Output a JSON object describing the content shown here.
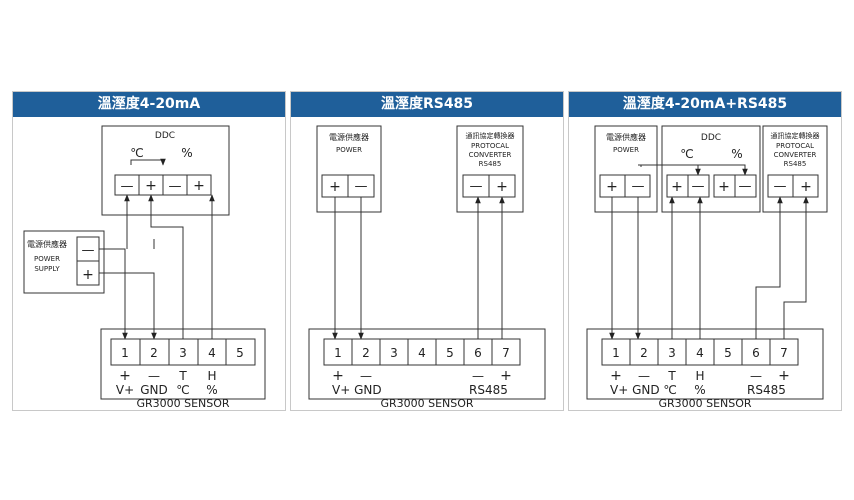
{
  "panels": [
    {
      "title": "溫溼度4-20mA",
      "ddc": {
        "title": "DDC",
        "unit_temp": "℃",
        "unit_hum": "%",
        "terms": [
          "—",
          "+",
          "—",
          "+"
        ]
      },
      "power": {
        "label_cn": "電源供應器",
        "label_en1": "POWER",
        "label_en2": "SUPPLY",
        "terms": [
          "—",
          "+"
        ]
      },
      "sensor": {
        "pins": [
          "1",
          "2",
          "3",
          "4",
          "5"
        ],
        "pin_marks": [
          "+",
          "—",
          "T",
          "H",
          ""
        ],
        "pin_labels": [
          "V+",
          "GND",
          "℃",
          "%",
          ""
        ],
        "name": "GR3000  SENSOR"
      }
    },
    {
      "title": "溫溼度RS485",
      "power": {
        "label_cn": "電源供應器",
        "label_en": "POWER",
        "terms": [
          "+",
          "—"
        ]
      },
      "converter": {
        "label_cn": "通訊協定轉換器",
        "label_en1": "PROTOCAL",
        "label_en2": "CONVERTER",
        "label_en3": "RS485",
        "terms": [
          "—",
          "+"
        ]
      },
      "sensor": {
        "pins": [
          "1",
          "2",
          "3",
          "4",
          "5",
          "6",
          "7"
        ],
        "pin_marks": [
          "+",
          "—",
          "",
          "",
          "",
          "—",
          "+"
        ],
        "label_left": "V+ GND",
        "label_right": "RS485",
        "name": "GR3000  SENSOR"
      }
    },
    {
      "title": "溫溼度4-20mA+RS485",
      "power": {
        "label_cn": "電源供應器",
        "label_en": "POWER",
        "terms": [
          "+",
          "—"
        ]
      },
      "ddc": {
        "title": "DDC",
        "unit_temp": "℃",
        "unit_hum": "%",
        "terms": [
          "+",
          "—",
          "+",
          "—"
        ]
      },
      "converter": {
        "label_cn": "通訊協定轉換器",
        "label_en1": "PROTOCAL",
        "label_en2": "CONVERTER",
        "label_en3": "RS485",
        "terms": [
          "—",
          "+"
        ]
      },
      "sensor": {
        "pins": [
          "1",
          "2",
          "3",
          "4",
          "5",
          "6",
          "7"
        ],
        "pin_marks": [
          "+",
          "—",
          "T",
          "H",
          "",
          "—",
          "+"
        ],
        "label_left": "V+ GND ℃",
        "label_mid": "%",
        "label_right": "RS485",
        "name": "GR3000  SENSOR"
      }
    }
  ]
}
